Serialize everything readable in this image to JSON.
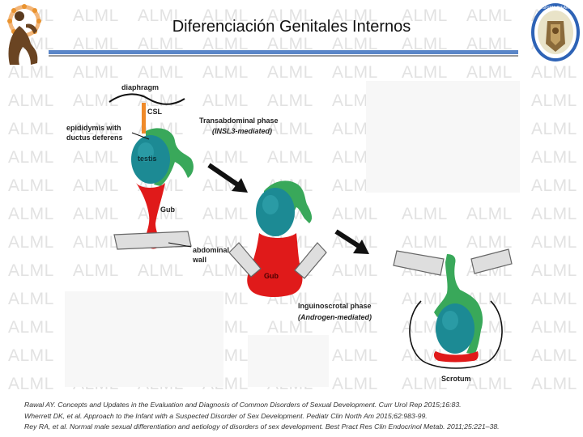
{
  "header": {
    "title": "Diferenciación Genitales Internos",
    "watermark": "ALML"
  },
  "logo_right": {
    "text": "HOSPITAL INFANTIL DE MÉXICO · FEDERICO GÓMEZ"
  },
  "figure": {
    "labels": {
      "diaphragm": "diaphragm",
      "csl": "CSL",
      "epididymis_line1": "epididymis with",
      "epididymis_line2": "ductus deferens",
      "testis": "testis",
      "gub1": "Gub",
      "abdominal_line1": "abdominal",
      "abdominal_line2": "wall",
      "gub2": "Gub",
      "transabdominal_phase": "Transabdominal phase",
      "transabdominal_mediator": "(INSL3-mediated)",
      "inguinoscrotal_phase": "Inguinoscrotal phase",
      "inguinoscrotal_mediator": "(Androgen-mediated)",
      "scrotum": "Scrotum"
    }
  },
  "references": [
    "Rawal AY. Concepts and Updates in the Evaluation and Diagnosis of Common Disorders of Sexual Development. Curr Urol Rep 2015;16:83.",
    "Wherrett DK, et al. Approach to the Infant with a Suspected Disorder of Sex Development. Pediatr Clin North Am 2015;62:983-99.",
    "Rey RA, et al. Normal male sexual differentiation and aetiology of disorders of sex development. Best Pract Res Clin Endocrinol Metab. 2011;25:221–38."
  ],
  "colors": {
    "gubernaculum": "#e01a1a",
    "testis": "#1c8a94",
    "epididymis": "#39a85a",
    "title_rule": "#5a86c8"
  }
}
